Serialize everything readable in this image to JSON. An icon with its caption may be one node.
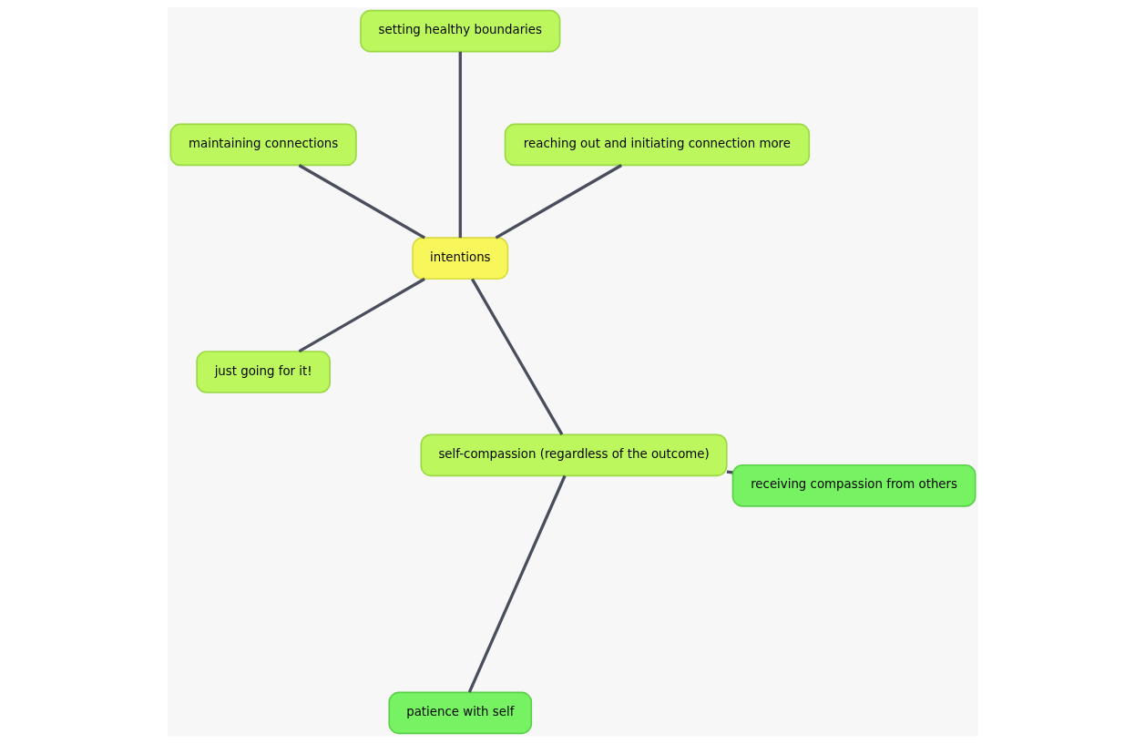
{
  "diagram": {
    "nodes": [
      {
        "text": [
          "intentions"
        ]
      },
      {
        "text": [
          "reaching out and initiating connection more"
        ]
      },
      {
        "text": [
          "setting healthy boundaries"
        ]
      },
      {
        "text": [
          "maintaining connections"
        ]
      },
      {
        "text": [
          "just going for it!"
        ]
      },
      {
        "text": [
          "self-compassion (regardless of the outcome)"
        ]
      },
      {
        "text": [
          "patience with self"
        ]
      },
      {
        "text": [
          "receiving compassion from others"
        ]
      }
    ],
    "edges": [
      {
        "from": 0,
        "to": 1,
        "arrow": "none"
      },
      {
        "from": 0,
        "to": 2,
        "arrow": "none"
      },
      {
        "from": 0,
        "to": 3,
        "arrow": "none"
      },
      {
        "from": 0,
        "to": 4,
        "arrow": "none"
      },
      {
        "from": 0,
        "to": 5,
        "arrow": "none"
      },
      {
        "from": 5,
        "to": 6,
        "arrow": "none"
      },
      {
        "from": 5,
        "to": 7,
        "arrow": "none"
      }
    ]
  }
}
